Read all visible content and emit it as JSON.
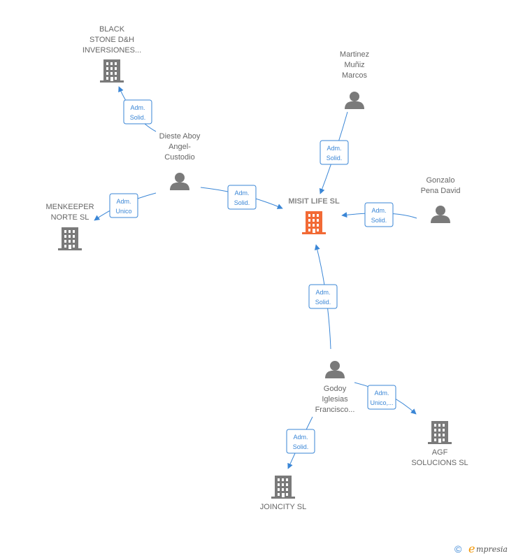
{
  "nodes": {
    "black_stone": {
      "lines": [
        "BLACK",
        "STONE D&H",
        "INVERSIONES..."
      ],
      "kind": "company"
    },
    "martinez": {
      "lines": [
        "Martinez",
        "Muñiz",
        "Marcos"
      ],
      "kind": "person"
    },
    "dieste": {
      "lines": [
        "Dieste Aboy",
        "Angel-",
        "Custodio"
      ],
      "kind": "person"
    },
    "menkeeper": {
      "lines": [
        "MENKEEPER",
        "NORTE SL"
      ],
      "kind": "company"
    },
    "misit": {
      "lines": [
        "MISIT LIFE SL"
      ],
      "kind": "company-main"
    },
    "gonzalo": {
      "lines": [
        "Gonzalo",
        "Pena David"
      ],
      "kind": "person"
    },
    "godoy": {
      "lines": [
        "Godoy",
        "Iglesias",
        "Francisco..."
      ],
      "kind": "person"
    },
    "agf": {
      "lines": [
        "AGF",
        "SOLUCIONS SL"
      ],
      "kind": "company"
    },
    "joincity": {
      "lines": [
        "JOINCITY SL"
      ],
      "kind": "company"
    }
  },
  "edges": [
    {
      "from": "dieste",
      "to": "black_stone",
      "label": [
        "Adm.",
        "Solid."
      ]
    },
    {
      "from": "dieste",
      "to": "menkeeper",
      "label": [
        "Adm.",
        "Unico"
      ]
    },
    {
      "from": "dieste",
      "to": "misit",
      "label": [
        "Adm.",
        "Solid."
      ]
    },
    {
      "from": "martinez",
      "to": "misit",
      "label": [
        "Adm.",
        "Solid."
      ]
    },
    {
      "from": "gonzalo",
      "to": "misit",
      "label": [
        "Adm.",
        "Solid."
      ]
    },
    {
      "from": "godoy",
      "to": "misit",
      "label": [
        "Adm.",
        "Solid."
      ]
    },
    {
      "from": "godoy",
      "to": "agf",
      "label": [
        "Adm.",
        "Unico,..."
      ]
    },
    {
      "from": "godoy",
      "to": "joincity",
      "label": [
        "Adm.",
        "Solid."
      ]
    }
  ],
  "watermark": {
    "copyright": "©",
    "brand_initial": "e",
    "brand_rest": "mpresia"
  },
  "colors": {
    "edge": "#3a86d6",
    "main_node": "#f26a35",
    "node": "#7a7a7a"
  }
}
